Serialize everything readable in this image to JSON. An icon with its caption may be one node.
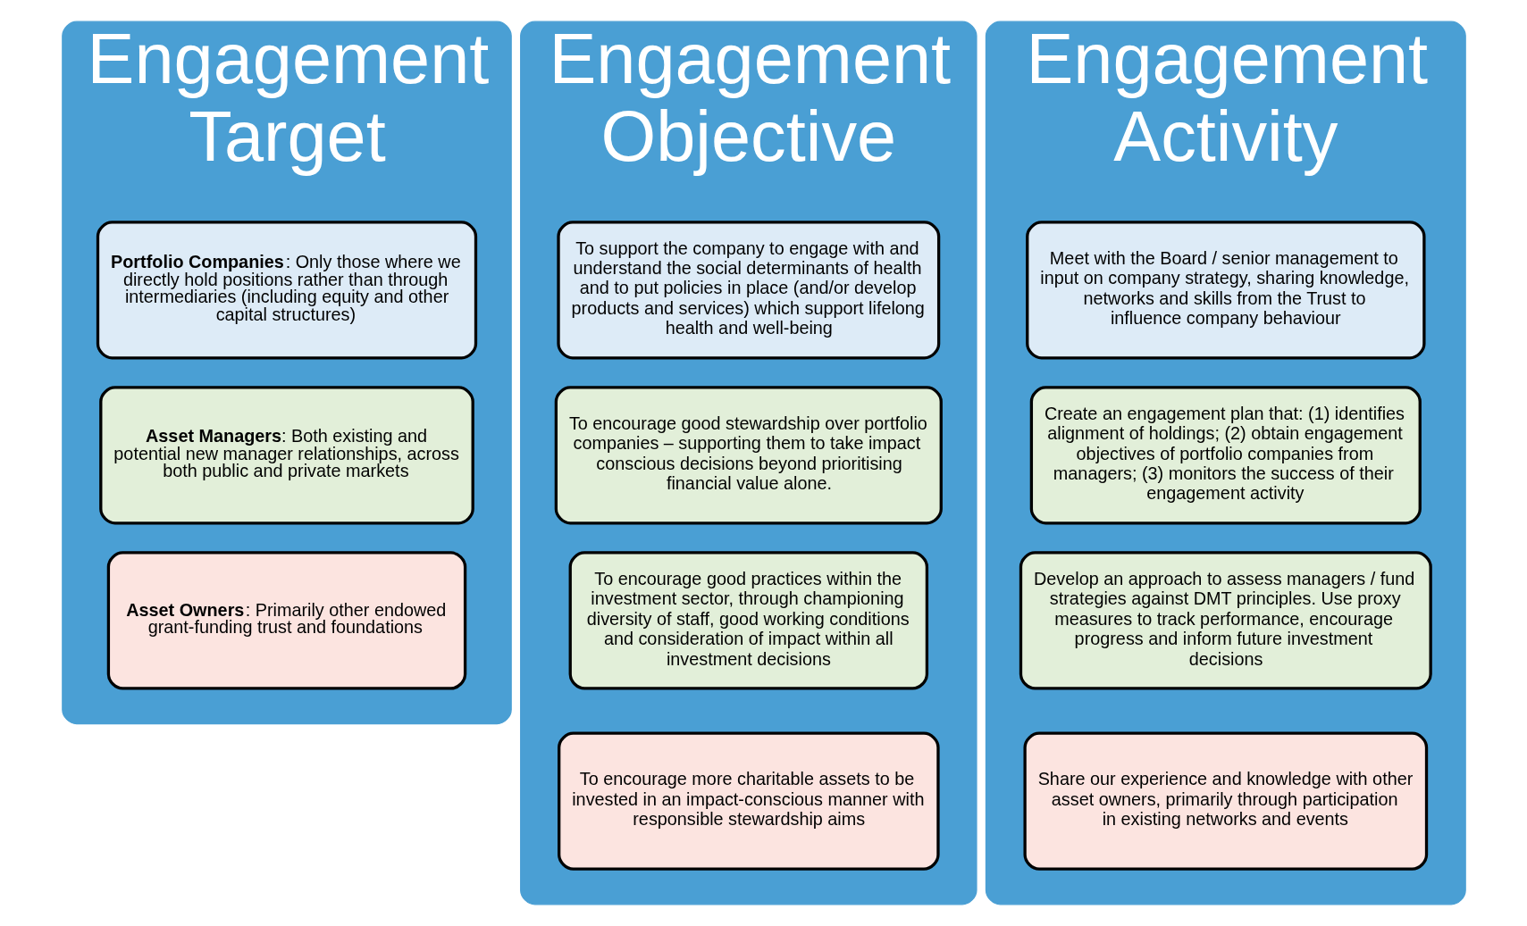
{
  "diagram": {
    "nodes": [
      {
        "text": [
          "Engagement Target"
        ]
      },
      {
        "text": [
          "**Portfolio Companies**: Only those where we directly hold positions rather than through intermediaries (including equity and other capital structures)"
        ],
        "in": 0
      },
      {
        "text": [
          "**Asset Managers**: Both existing and potential new manager relationships, across both public and private markets"
        ],
        "in": 0
      },
      {
        "text": [
          "**Asset Owners**: Primarily other endowed grant-funding trust and foundations"
        ],
        "in": 0
      },
      {
        "text": [
          "Engagement Objective"
        ]
      },
      {
        "text": [
          "To support the company to engage with and understand the social determinants of health and to put policies in place (and/or develop products and services) which support lifelong health and well-being"
        ],
        "in": 4
      },
      {
        "text": [
          "To encourage good stewardship over portfolio companies – supporting them to take impact conscious decisions beyond prioritising financial value alone."
        ],
        "in": 4
      },
      {
        "text": [
          "To encourage good practices within the investment sector, through championing diversity of staff, good working conditions and consideration of impact within all investment decisions"
        ],
        "in": 4
      },
      {
        "text": [
          "To encourage more charitable assets to be invested in an impact-conscious manner with responsible stewardship aims"
        ],
        "in": 4
      },
      {
        "text": [
          "Engagement Activity"
        ]
      },
      {
        "text": [
          "Meet with the Board / senior management to input on company strategy, sharing knowledge, networks and skills from the Trust to influence company behaviour"
        ],
        "in": 9
      },
      {
        "text": [
          "Create an engagement plan that: (1) identifies alignment of holdings; (2) obtain engagement objectives of portfolio companies from managers; (3) monitors the success of their engagement activity"
        ],
        "in": 9
      },
      {
        "text": [
          "Develop an approach to assess managers / fund strategies against DMT principles. Use proxy measures to track performance, encourage progress and inform future investment decisions"
        ],
        "in": 9
      },
      {
        "text": [
          "Share our experience and knowledge with other asset owners, primarily through participation in existing networks and events"
        ],
        "in": 9
      }
    ],
    "edges": []
  }
}
